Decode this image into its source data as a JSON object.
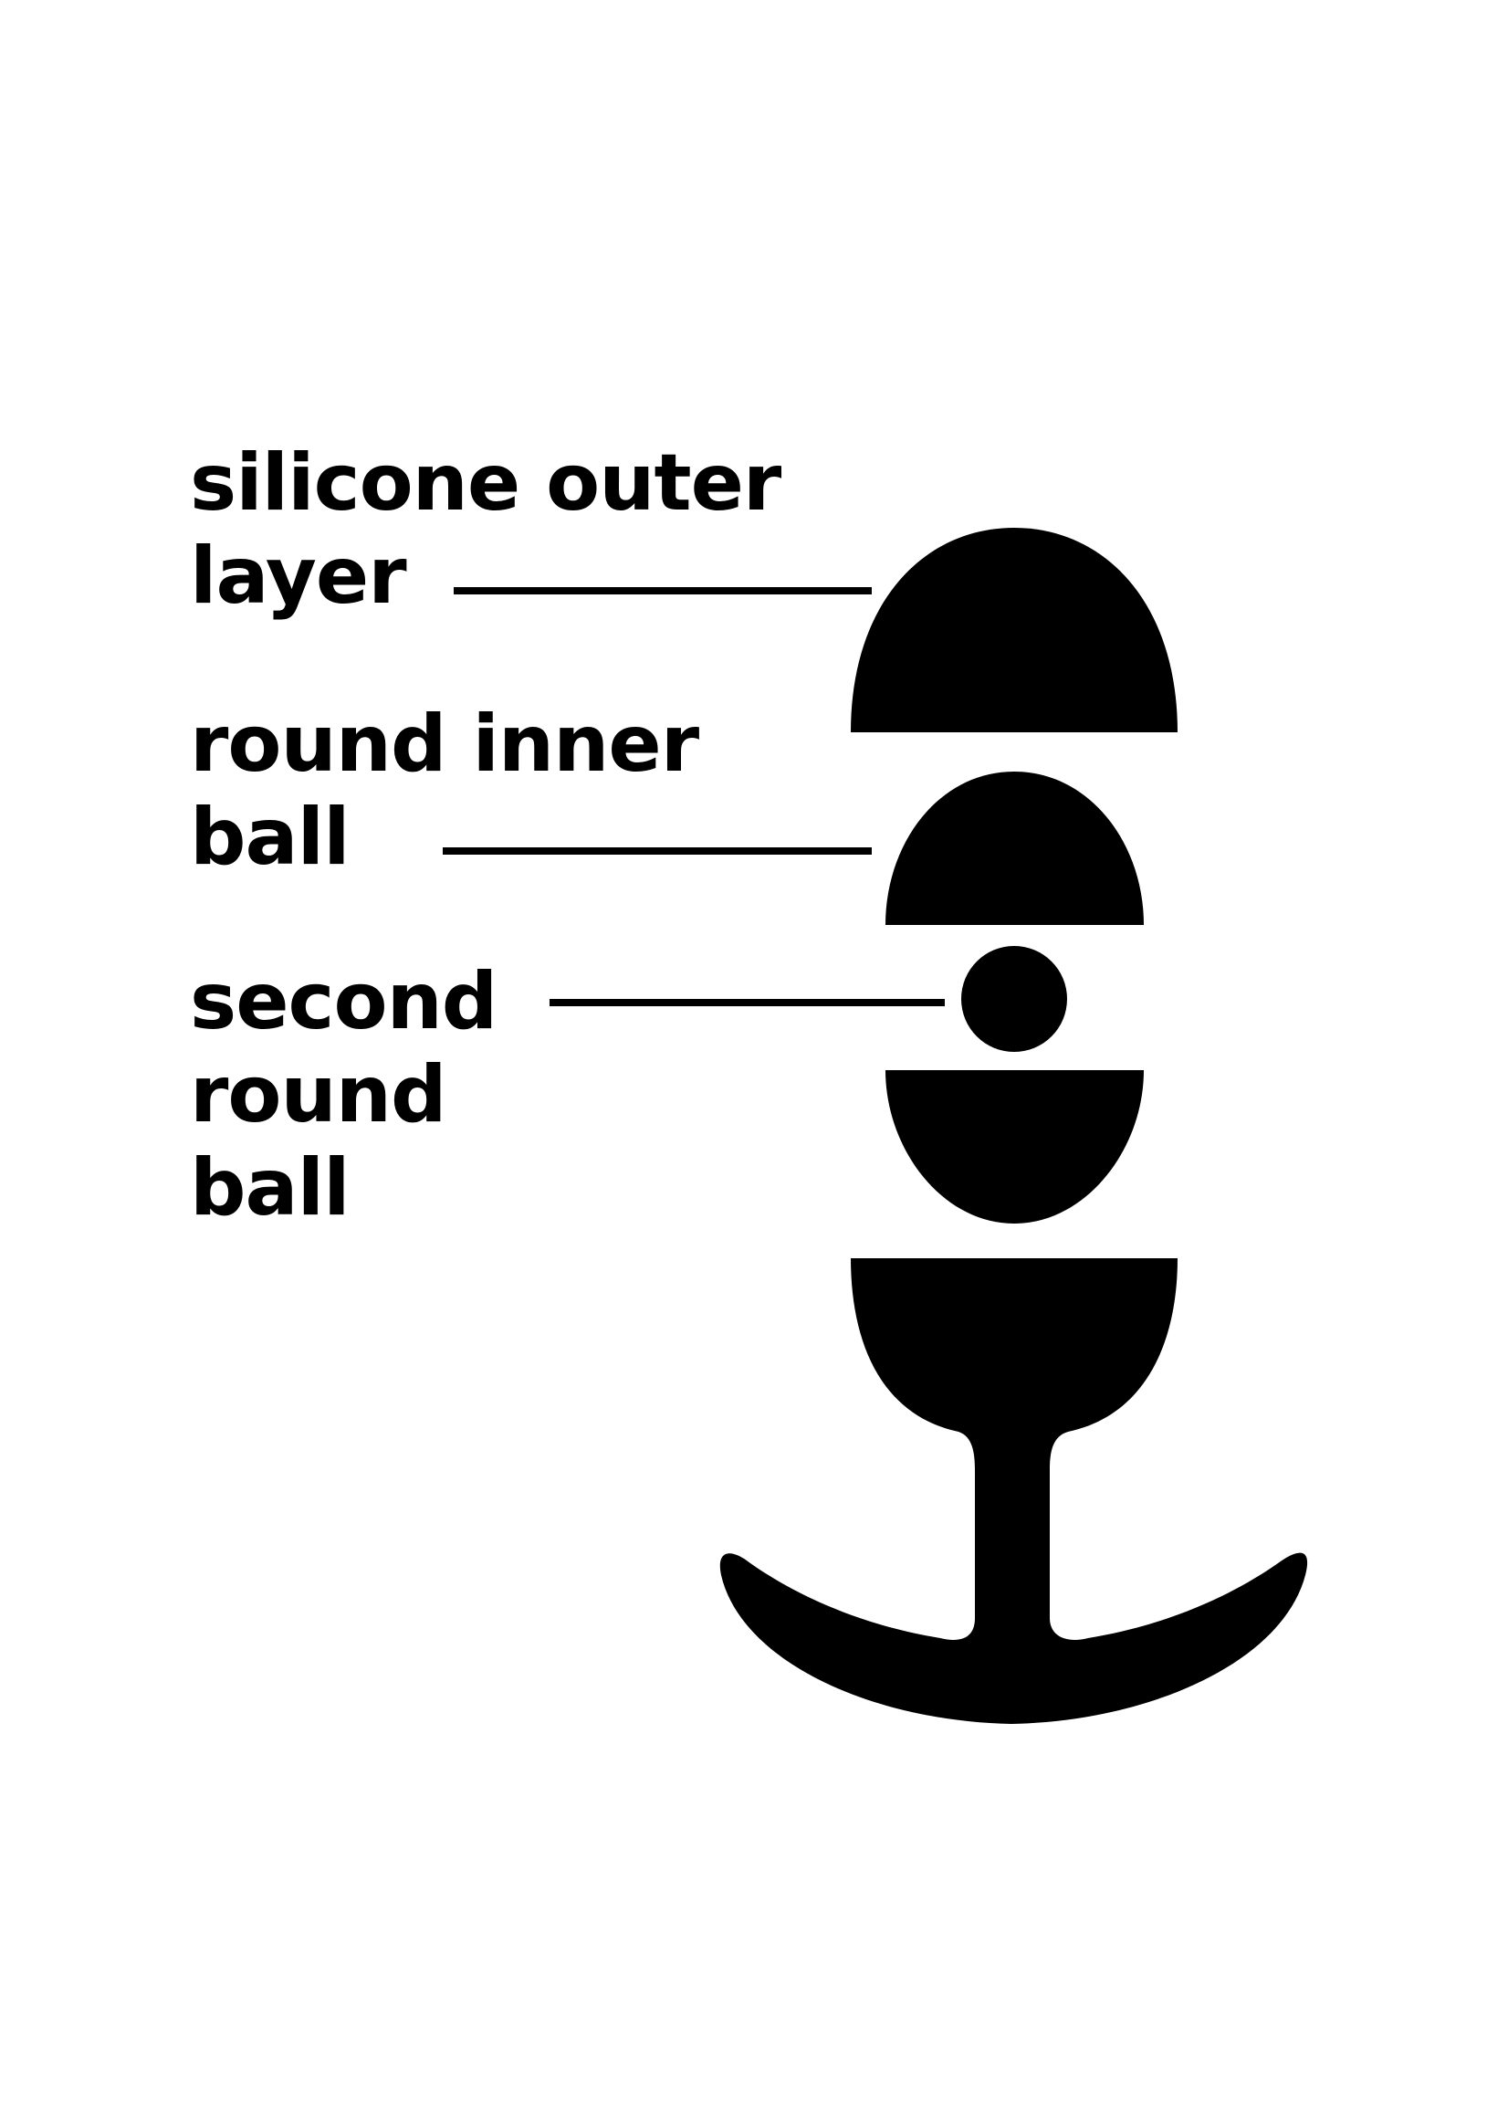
{
  "labels": {
    "outer_layer": [
      "silicone outer",
      "layer"
    ],
    "inner_ball": [
      "round inner",
      "ball"
    ],
    "second_ball": [
      "second",
      "round",
      "ball"
    ]
  },
  "colors": {
    "ink": "#000000",
    "background": "#ffffff"
  }
}
